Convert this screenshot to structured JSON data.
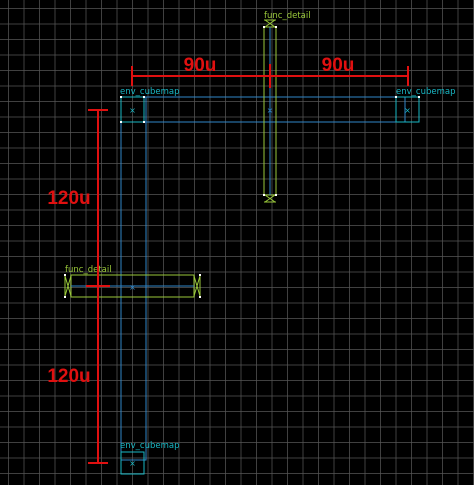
{
  "colors": {
    "background": "#000000",
    "grid": "#555555",
    "cubemap": "#19b7c4",
    "cubemap_brush": "#2f86c9",
    "func_detail": "#9ac93a",
    "dimension": "#e01010",
    "vertex": "#ffffff"
  },
  "entities": {
    "cubemap_top_left": "env_cubemap",
    "cubemap_top_right": "env_cubemap",
    "cubemap_bottom": "env_cubemap",
    "func_detail_top": "func_detail",
    "func_detail_left": "func_detail"
  },
  "dimensions": {
    "horizontal_left": "90u",
    "horizontal_right": "90u",
    "vertical_top": "120u",
    "vertical_bottom": "120u"
  }
}
